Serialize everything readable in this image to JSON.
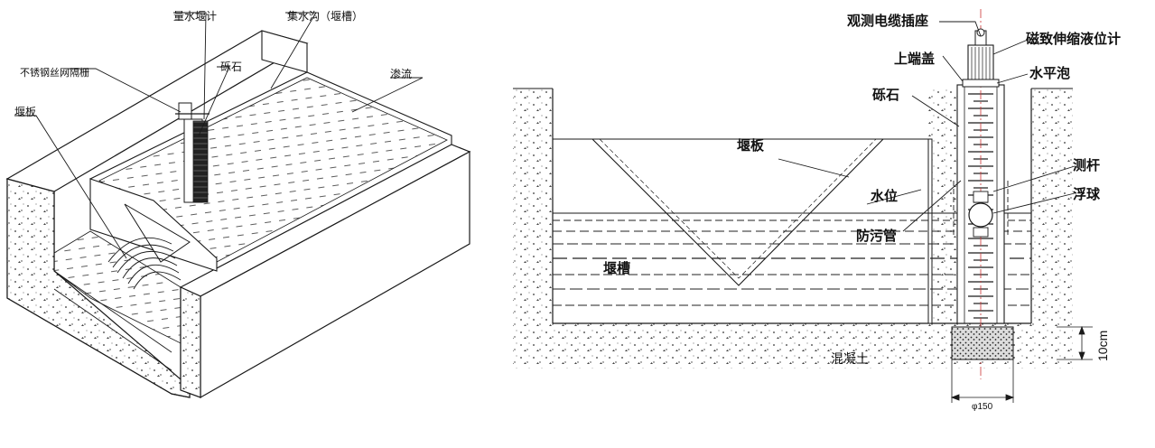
{
  "left_diagram": {
    "labels": {
      "weir_meter": "量水堰计",
      "collection_ditch": "集水沟（堰槽）",
      "stainless_grille": "不锈钢丝网隔栅",
      "gravel": "砾石",
      "seepage": "渗流",
      "weir_plate": "堰板"
    }
  },
  "right_diagram": {
    "labels": {
      "cable_socket": "观测电缆插座",
      "magnetostrictive_gauge": "磁致伸缩液位计",
      "top_cap": "上端盖",
      "level_bubble": "水平泡",
      "gravel": "砾石",
      "weir_plate": "堰板",
      "gauge_rod": "测杆",
      "float_ball": "浮球",
      "water_level": "水位",
      "antifouling_pipe": "防污管",
      "weir_channel": "堰槽",
      "concrete": "混凝土",
      "dim_height": "10cm",
      "dim_diameter": "φ150"
    }
  },
  "colors": {
    "line": "#1a1a1a",
    "concrete_fill": "#ffffff",
    "water_dash": "#222222"
  }
}
